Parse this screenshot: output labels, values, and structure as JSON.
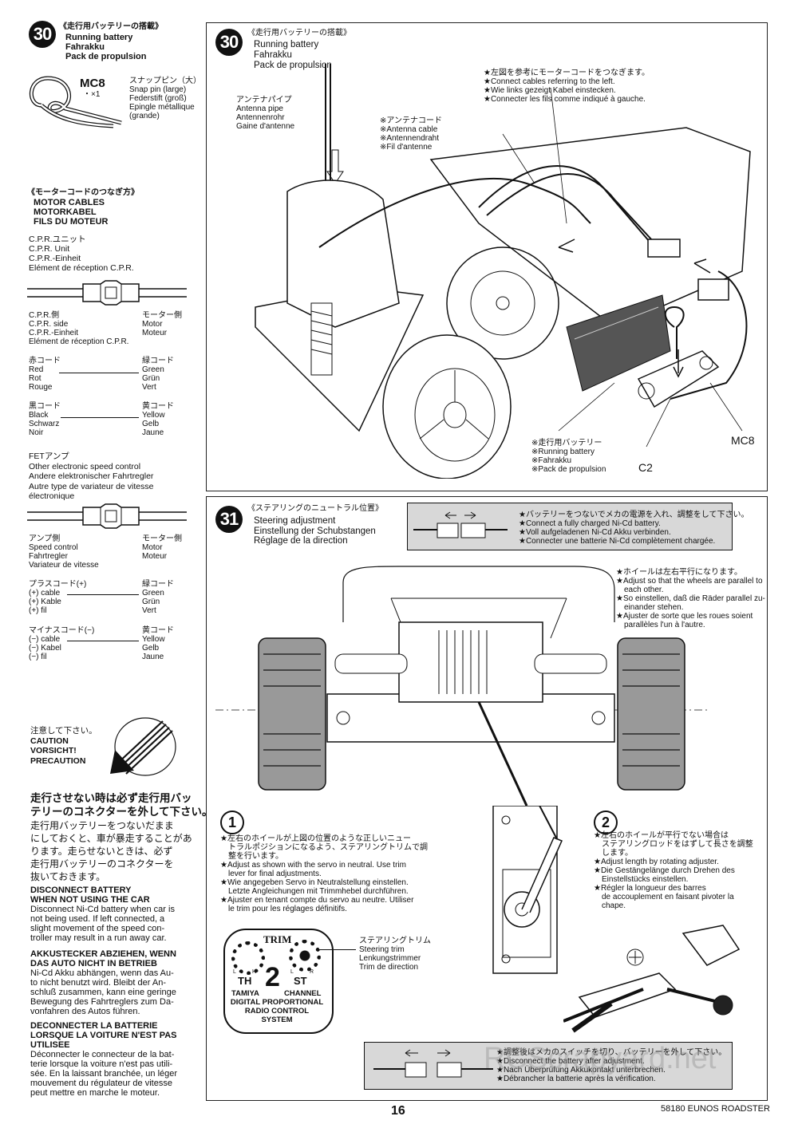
{
  "left": {
    "step30": {
      "num": "30",
      "jp": "《走行用バッテリーの搭載》",
      "en": "Running battery",
      "de": "Fahrakku",
      "fr": "Pack de propulsion"
    },
    "mc8": {
      "code": "MC8",
      "qty": "・×1",
      "jp": "スナップピン（大）",
      "en": "Snap pin (large)",
      "de": "Federstift (groß)",
      "fr1": "Epingle métallique",
      "fr2": "(grande)"
    },
    "motor_cables": {
      "jp": "《モーターコードのつなぎ方》",
      "en": "MOTOR CABLES",
      "de": "MOTORKABEL",
      "fr": "FILS DU MOTEUR"
    },
    "cpr_unit": {
      "jp": "C.P.R.ユニット",
      "en": "C.P.R. Unit",
      "de": "C.P.R.-Einheit",
      "fr": "Elément de réception C.P.R."
    },
    "cpr_side": {
      "jp": "C.P.R.側",
      "en": "C.P.R. side",
      "de": "C.P.R.-Einheit",
      "fr": "Elément de réception C.P.R."
    },
    "motor_side": {
      "jp": "モーター側",
      "en": "Motor",
      "de": "Motor",
      "fr": "Moteur"
    },
    "red": {
      "jp": "赤コード",
      "en": "Red",
      "de": "Rot",
      "fr": "Rouge"
    },
    "green": {
      "jp": "緑コード",
      "en": "Green",
      "de": "Grün",
      "fr": "Vert"
    },
    "black": {
      "jp": "黒コード",
      "en": "Black",
      "de": "Schwarz",
      "fr": "Noir"
    },
    "yellow": {
      "jp": "黄コード",
      "en": "Yellow",
      "de": "Gelb",
      "fr": "Jaune"
    },
    "fet": {
      "jp": "FETアンプ",
      "en": "Other electronic speed control",
      "de": "Andere elektronischer Fahrtregler",
      "fr1": "Autre type de variateur de vitesse",
      "fr2": "électronique"
    },
    "amp_side": {
      "jp": "アンプ側",
      "en": "Speed control",
      "de": "Fahrtregler",
      "fr": "Variateur de vitesse"
    },
    "motor_side2": {
      "jp": "モーター側",
      "en": "Motor",
      "de": "Motor",
      "fr": "Moteur"
    },
    "plus": {
      "jp": "プラスコード(+)",
      "en": "(+) cable",
      "de": "(+) Kable",
      "fr": "(+) fil"
    },
    "green2": {
      "jp": "緑コード",
      "en": "Green",
      "de": "Grün",
      "fr": "Vert"
    },
    "minus": {
      "jp": "マイナスコード(−)",
      "en": "(−) cable",
      "de": "(−) Kabel",
      "fr": "(−) fil"
    },
    "yellow2": {
      "jp": "黄コード",
      "en": "Yellow",
      "de": "Gelb",
      "fr": "Jaune"
    },
    "caution": {
      "jp": "注意して下さい。",
      "en": "CAUTION",
      "de": "VORSICHT!",
      "fr": "PRECAUTION"
    },
    "warn_jp_head1": "走行させない時は必ず走行用バッ",
    "warn_jp_head2": "テリーのコネクターを外して下さい。",
    "warn_jp_body": [
      "走行用バッテリーをつないだまま",
      "にしておくと、車が暴走することがあ",
      "ります。走らせないときは、必ず",
      "走行用バッテリーのコネクターを",
      "抜いておきます。"
    ],
    "warn_en_head1": "DISCONNECT BATTERY",
    "warn_en_head2": "WHEN NOT USING THE CAR",
    "warn_en_body": [
      "Disconnect Ni-Cd battery when car is",
      "not being used. If left connected, a",
      "slight movement of the speed con-",
      "troller may result in a run away car."
    ],
    "warn_de_head1": "AKKUSTECKER ABZIEHEN, WENN",
    "warn_de_head2": "DAS AUTO NICHT IN BETRIEB",
    "warn_de_body": [
      "Ni-Cd Akku abhängen, wenn das Au-",
      "to nicht benutzt wird. Bleibt der An-",
      "schluß zusammen, kann eine geringe",
      "Bewegung des Fahrtreglers zum Da-",
      "vonfahren des Autos führen."
    ],
    "warn_fr_head1": "DECONNECTER LA BATTERIE",
    "warn_fr_head2": "LORSQUE LA VOITURE N'EST PAS",
    "warn_fr_head3": "UTILISEE",
    "warn_fr_body": [
      "Déconnecter le connecteur de la bat-",
      "terie lorsque la voiture n'est pas utili-",
      "sée. En la laissant branchée, un léger",
      "mouvement du régulateur de vitesse",
      "peut mettre en marche le moteur."
    ]
  },
  "panel30": {
    "num": "30",
    "jp": "《走行用バッテリーの搭載》",
    "en": "Running battery",
    "de": "Fahrakku",
    "fr": "Pack de propulsion",
    "antenna_pipe": {
      "jp": "アンテナパイプ",
      "en": "Antenna pipe",
      "de": "Antennenrohr",
      "fr": "Gaine d'antenne"
    },
    "antenna_cord": {
      "jp": "※アンテナコード",
      "en": "※Antenna cable",
      "de": "※Antennendraht",
      "fr": "※Fil d'antenne"
    },
    "connect": {
      "jp": "★左図を参考にモーターコードをつなぎます。",
      "en": "★Connect cables referring to the left.",
      "de": "★Wie links gezeigt Kabel einstecken.",
      "fr": "★Connecter les fils comme indiqué à gauche."
    },
    "battery": {
      "jp": "※走行用バッテリー",
      "en": "※Running battery",
      "de": "※Fahrakku",
      "fr": "※Pack de propulsion"
    },
    "mc8": "MC8",
    "c2": "C2"
  },
  "panel31": {
    "num": "31",
    "jp": "《ステアリングのニュートラル位置》",
    "en": "Steering adjustment",
    "de": "Einstellung der Schubstangen",
    "fr": "Réglage de la direction",
    "top_note": {
      "jp": "★バッテリーをつないでメカの電源を入れ、調整をして下さい。",
      "en": "★Connect a fully charged Ni-Cd battery.",
      "de": "★Voll aufgeladenen Ni-Cd Akku verbinden.",
      "fr": "★Connecter une batterie Ni-Cd complètement chargée."
    },
    "wheels": {
      "jp": "★ホイールは左右平行になります。",
      "en1": "★Adjust so that the wheels are parallel to",
      "en2": "each other.",
      "de1": "★So einstellen, daß die Räder parallel zu-",
      "de2": "einander stehen.",
      "fr1": "★Ajuster de sorte que les roues soient",
      "fr2": "parallèles l'un à l'autre."
    },
    "step1": {
      "num": "1",
      "jp1": "★左右のホイールが上図の位置のような正しいニュー",
      "jp2": "トラルポジションになるよう、ステアリングトリムで調",
      "jp3": "整を行います。",
      "en1": "★Adjust as shown with the servo in neutral. Use trim",
      "en2": "lever for final adjustments.",
      "de1": "★Wie angegeben Servo in Neutralstellung einstellen.",
      "de2": "Letzte Angleichungen mit Trimmhebel durchführen.",
      "fr1": "★Ajuster en tenant compte du servo au neutre. Utiliser",
      "fr2": "le trim pour les réglages définitifs."
    },
    "step2": {
      "num": "2",
      "jp1": "★左右のホイールが平行でない場合は",
      "jp2": "ステアリングロッドをはずして長さを調整",
      "jp3": "します。",
      "en": "★Adjust length by rotating adjuster.",
      "de1": "★Die Gestängelänge durch Drehen des",
      "de2": "Einstellstücks einstellen.",
      "fr1": "★Régler la longueur des barres",
      "fr2": "de accouplement en faisant pivoter la",
      "fr3": "chape."
    },
    "trim": {
      "jp": "ステアリングトリム",
      "en": "Steering trim",
      "de": "Lenkungstrimmer",
      "fr": "Trim de direction"
    },
    "radio": {
      "trim": "TRIM",
      "th": "TH",
      "st": "ST",
      "two": "2",
      "tamiya": "TAMIYA",
      "channel": "CHANNEL",
      "line2": "DIGITAL PROPORTIONAL",
      "line3": "RADIO CONTROL",
      "line4": "SYSTEM",
      "l": "L",
      "h": "H",
      "l2": "L",
      "r": "R"
    },
    "bottom_note": {
      "jp": "★調整後はメカのスイッチを切り、バッテリーを外して下さい。",
      "en": "★Disconnect the battery after adjustment.",
      "de": "★Nach Überprüfung Akkukontakt unterbrechen.",
      "fr": "★Débrancher la batterie après la vérification."
    }
  },
  "footer": {
    "page": "16",
    "model": "58180 EUNOS ROADSTER"
  },
  "watermark": "RCScrapyard.net"
}
